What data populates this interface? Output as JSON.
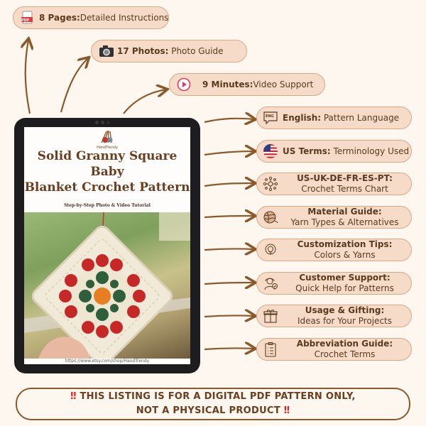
{
  "top_pills": [
    {
      "bold": "8 Pages:",
      "text": "Detailed Instructions",
      "icon": "pdf-icon",
      "icon_label": "PDF"
    },
    {
      "bold": "17 Photos:",
      "text": " Photo Guide",
      "icon": "camera-icon"
    },
    {
      "bold": "9 Minutes:",
      "text": "Video Support",
      "icon": "video-play-icon"
    }
  ],
  "right_pills": [
    {
      "bold": "English:",
      "text": " Pattern Language",
      "icon": "language-icon",
      "icon_label": "ENG"
    },
    {
      "bold": "US Terms:",
      "text": " Terminology Used",
      "icon": "us-flag-icon"
    }
  ],
  "right_cards": [
    {
      "title": "US-UK-DE-FR-ES-PT:",
      "subtitle": "Crochet Terms Chart",
      "icon": "network-icon"
    },
    {
      "title": "Material Guide:",
      "subtitle": "Yarn Types & Alternatives",
      "icon": "yarn-ball-icon"
    },
    {
      "title": "Customization Tips:",
      "subtitle": "Colors & Yarns",
      "icon": "settings-lightbulb-icon"
    },
    {
      "title": "Customer Support:",
      "subtitle": "Quick Help for Patterns",
      "icon": "support-agent-icon"
    },
    {
      "title": "Usage & Gifting:",
      "subtitle": "Ideas for Your Projects",
      "icon": "gift-icon"
    },
    {
      "title": "Abbreviation Guide:",
      "subtitle": "Crochet Terms",
      "icon": "clipboard-list-icon"
    }
  ],
  "tablet": {
    "logo_text": "HandTrendy",
    "title_line1": "Solid Granny Square Baby",
    "title_line2": "Blanket Crochet Pattern",
    "subtitle": "Step-by-Step Photo & Video Tutorial",
    "url": "https://www.etsy.com/shop/HandTrendy"
  },
  "notice": {
    "line1": "THIS LISTING IS FOR A DIGITAL PDF PATTERN ONLY,",
    "line2": "NOT A PHYSICAL PRODUCT",
    "mark": "‼"
  },
  "colors": {
    "pill_bg": "#f6dcc8",
    "pill_border": "#d9a883",
    "brown": "#8b5a2b",
    "text": "#5a3a1e",
    "alert": "#e02020"
  }
}
